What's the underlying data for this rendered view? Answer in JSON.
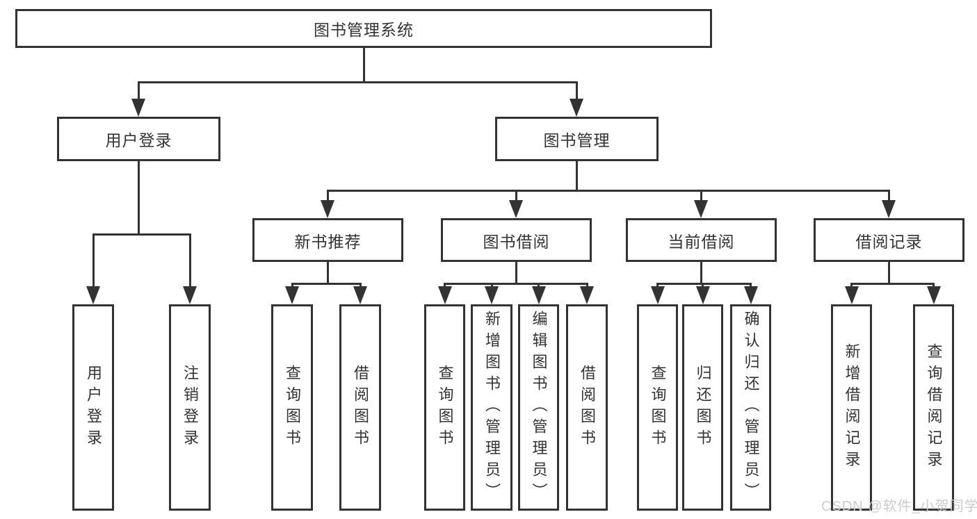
{
  "diagram": {
    "title": "图书管理系统",
    "branches": [
      {
        "label": "用户登录",
        "children": [
          {
            "label": "用户登录"
          },
          {
            "label": "注销登录"
          }
        ]
      },
      {
        "label": "图书管理",
        "groups": [
          {
            "label": "新书推荐",
            "children": [
              {
                "label": "查询图书"
              },
              {
                "label": "借阅图书"
              }
            ]
          },
          {
            "label": "图书借阅",
            "children": [
              {
                "label": "查询图书"
              },
              {
                "label": "新增图书（管理员）"
              },
              {
                "label": "编辑图书（管理员）"
              },
              {
                "label": "借阅图书"
              }
            ]
          },
          {
            "label": "当前借阅",
            "children": [
              {
                "label": "查询图书"
              },
              {
                "label": "归还图书"
              },
              {
                "label": "确认归还（管理员）"
              }
            ]
          },
          {
            "label": "借阅记录",
            "children": [
              {
                "label": "新增借阅记录"
              },
              {
                "label": "查询借阅记录"
              }
            ]
          }
        ]
      }
    ]
  },
  "watermark": {
    "text": "CSDN @软件_小贺同学"
  },
  "colors": {
    "line": "#333333",
    "text": "#333333",
    "watermark": "#cccccc",
    "background": "#ffffff"
  }
}
